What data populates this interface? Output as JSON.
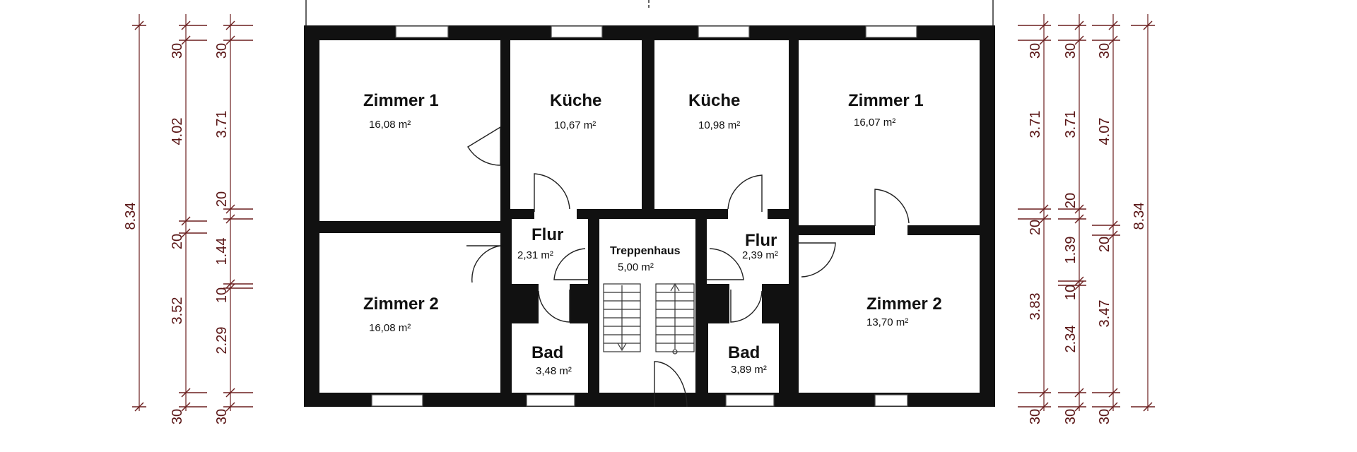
{
  "rooms": {
    "zimmer1_left": {
      "name": "Zimmer 1",
      "area": "16,08 m²"
    },
    "kueche_left": {
      "name": "Küche",
      "area": "10,67 m²"
    },
    "kueche_right": {
      "name": "Küche",
      "area": "10,98 m²"
    },
    "zimmer1_right": {
      "name": "Zimmer 1",
      "area": "16,07 m²"
    },
    "flur_left": {
      "name": "Flur",
      "area": "2,31 m²"
    },
    "treppenhaus": {
      "name": "Treppenhaus",
      "area": "5,00 m²"
    },
    "flur_right": {
      "name": "Flur",
      "area": "2,39 m²"
    },
    "zimmer2_left": {
      "name": "Zimmer 2",
      "area": "16,08 m²"
    },
    "bad_left": {
      "name": "Bad",
      "area": "3,48 m²"
    },
    "bad_right": {
      "name": "Bad",
      "area": "3,89 m²"
    },
    "zimmer2_right": {
      "name": "Zimmer 2",
      "area": "13,70 m²"
    }
  },
  "dimensions": {
    "left": {
      "total": "8.34",
      "col1": [
        "30",
        "4.02",
        "20",
        "3.52",
        "30"
      ],
      "col2": [
        "30",
        "3.71",
        "20",
        "1.44",
        "10",
        "2.29",
        "30"
      ]
    },
    "right": {
      "col1": [
        "30",
        "3.71",
        "20",
        "3.83",
        "30"
      ],
      "col2": [
        "30",
        "3.71",
        "20",
        "1.39",
        "10",
        "2.34",
        "30"
      ],
      "col3": [
        "30",
        "4.07",
        "20",
        "3.47",
        "30"
      ],
      "total": "8.34"
    }
  }
}
